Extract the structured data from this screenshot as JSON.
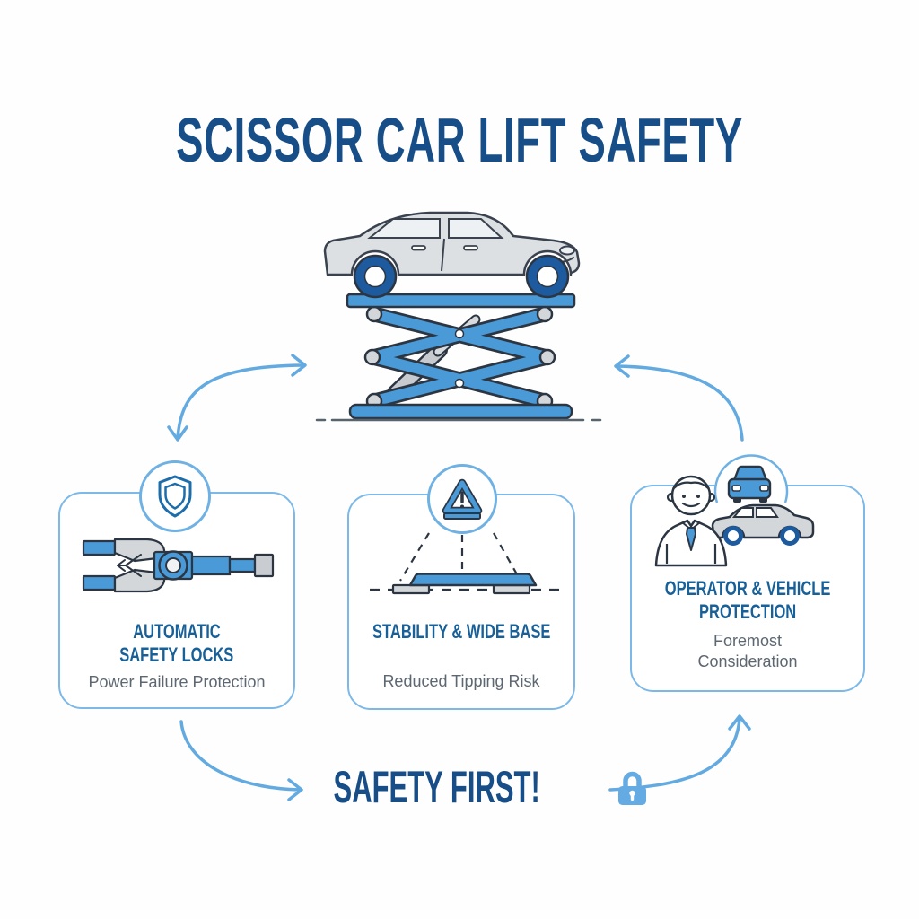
{
  "title": "SCISSOR CAR LIFT SAFETY",
  "cards": [
    {
      "heading1": "AUTOMATIC",
      "heading2": "SAFETY LOCKS",
      "sub1": "Power Failure Protection",
      "sub2": ""
    },
    {
      "heading1": "STABILITY & WIDE BASE",
      "heading2": "",
      "sub1": "Reduced Tipping Risk",
      "sub2": ""
    },
    {
      "heading1": "OPERATOR & VEHICLE",
      "heading2": "PROTECTION",
      "sub1": "Foremost",
      "sub2": "Consideration"
    }
  ],
  "footer": {
    "label": "SAFETY FIRST!"
  },
  "icons": [
    "shield-icon",
    "warning-triangle-icon",
    "safety-lock-mechanism-icon",
    "stability-base-icon",
    "operator-icon",
    "vehicle-front-icon",
    "vehicle-side-icon",
    "lifted-car-icon",
    "scissor-lift-icon",
    "lock-icon",
    "curved-arrow-icon"
  ],
  "colors": {
    "title_blue": "#174e87",
    "heading_blue": "#186098",
    "accent_blue": "#63aae1",
    "card_border_blue": "#7cb9e8",
    "fill_blue": "#4a9ad8",
    "wheel_blue": "#1d5a9e",
    "outline_dark": "#2c3642",
    "gray_fill": "#d4d7da",
    "text_gray": "#5d6771"
  }
}
